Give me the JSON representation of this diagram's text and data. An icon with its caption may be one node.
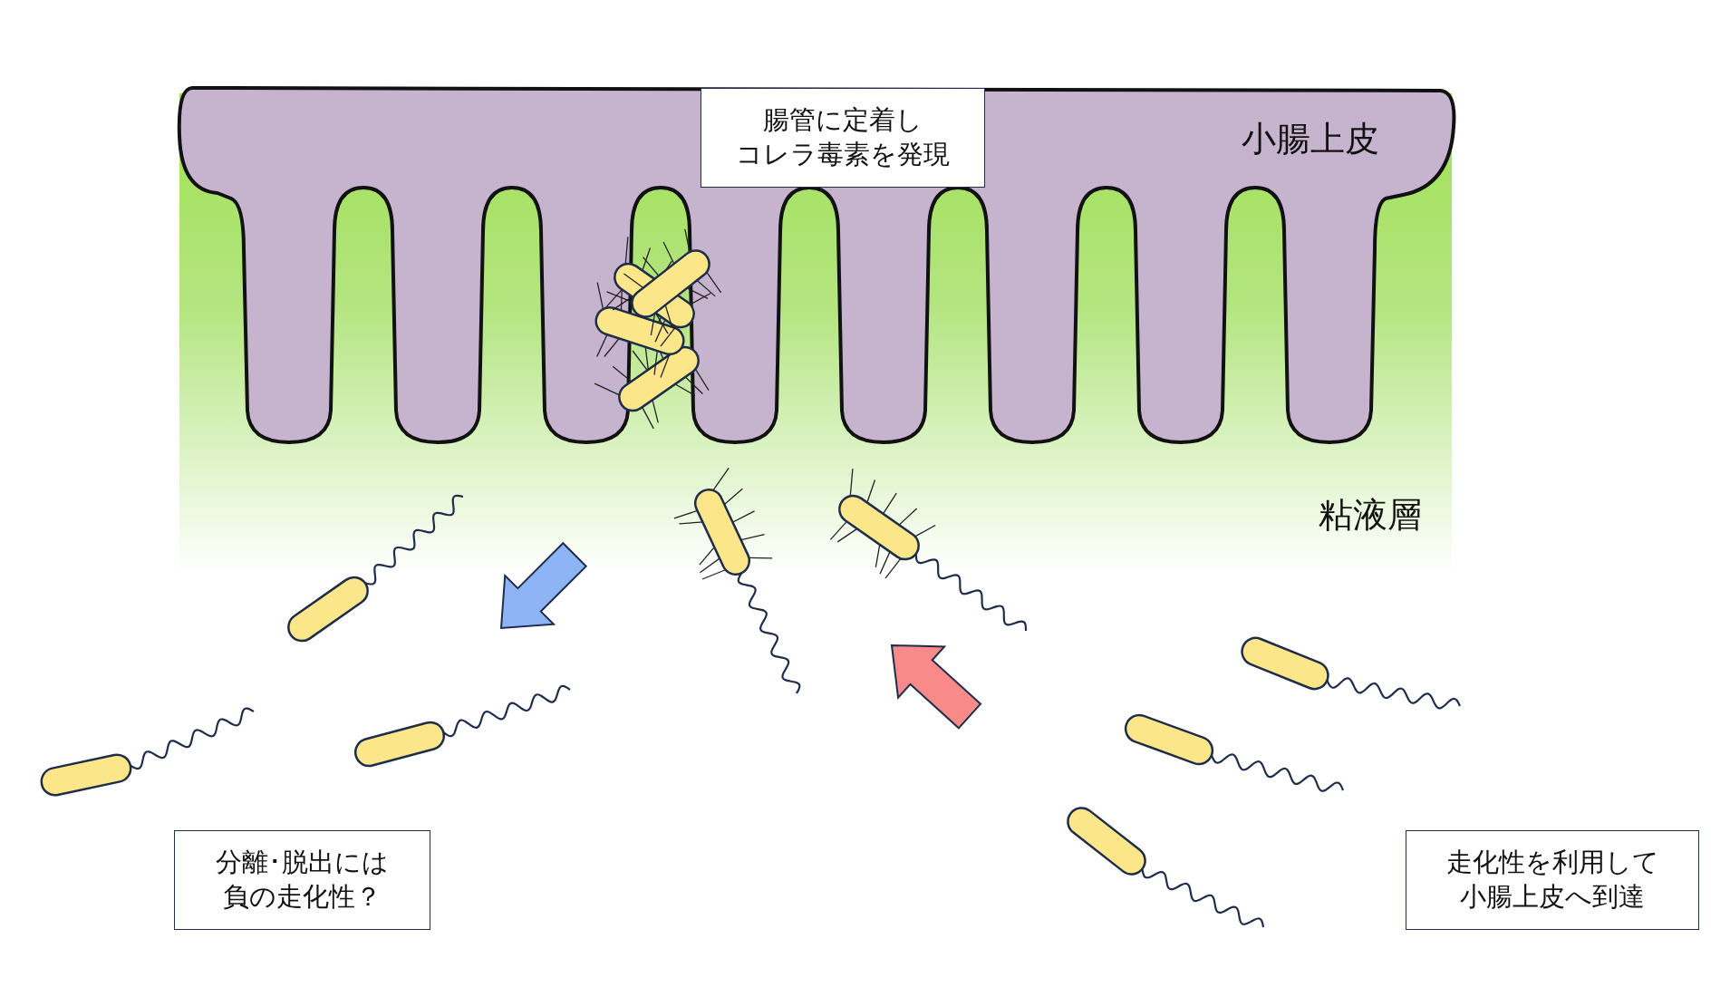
{
  "diagram": {
    "nodes": [
      {
        "text": [
          "腸管に定着しコレラ毒素を発現"
        ]
      },
      {
        "text": [
          "分離･脱出には負の走化性？"
        ]
      },
      {
        "text": [
          "走化性を利用して小腸上皮へ到達"
        ]
      }
    ],
    "labels": [
      "小腸上皮",
      "粘液層"
    ]
  }
}
